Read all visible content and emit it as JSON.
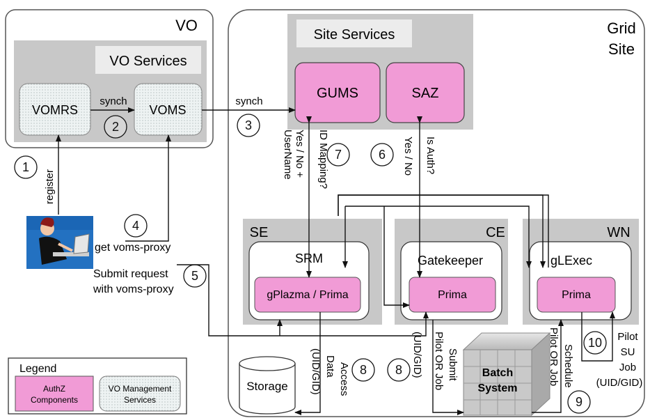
{
  "vo": {
    "title": "VO",
    "services_title": "VO Services",
    "vomrs": "VOMRS",
    "voms": "VOMS",
    "synch": "synch"
  },
  "grid": {
    "title_line1": "Grid",
    "title_line2": "Site",
    "site_services": "Site Services",
    "gums": "GUMS",
    "saz": "SAZ",
    "synch": "synch"
  },
  "se": {
    "title": "SE",
    "srm": "SRM",
    "gplazma": "gPlazma / Prima"
  },
  "ce": {
    "title": "CE",
    "gatekeeper": "Gatekeeper",
    "prima": "Prima"
  },
  "wn": {
    "title": "WN",
    "glexec": "gLExec",
    "prima": "Prima"
  },
  "storage": "Storage",
  "batch": {
    "line1": "Batch",
    "line2": "System"
  },
  "labels": {
    "register": "register",
    "get_proxy": "get voms-proxy",
    "submit_line1": "Submit request",
    "submit_line2": "with voms-proxy",
    "gums_query": [
      "ID Mapping?",
      "Yes / No +",
      "UserName"
    ],
    "saz_query": [
      "Is Auth?",
      "Yes / No"
    ],
    "access_data": [
      "Access",
      "Data",
      "(UID/GID)"
    ],
    "submit_job": [
      "Submit",
      "Pilot OR Job",
      "(UID/GID)"
    ],
    "schedule": [
      "Schedule",
      "Pilot OR Job"
    ],
    "pilot_su": [
      "Pilot",
      "SU",
      "Job",
      "(UID/GID)"
    ]
  },
  "steps": [
    "1",
    "2",
    "3",
    "4",
    "5",
    "6",
    "7",
    "8",
    "8",
    "9",
    "10"
  ],
  "legend": {
    "title": "Legend",
    "authz": [
      "AuthZ",
      "Components"
    ],
    "vomgmt": [
      "VO Management",
      "Services"
    ]
  },
  "colors": {
    "authz_pink": "#f19bd6",
    "gray_panel": "#c8c8c8",
    "dotted_fill": "#eef2f2"
  }
}
